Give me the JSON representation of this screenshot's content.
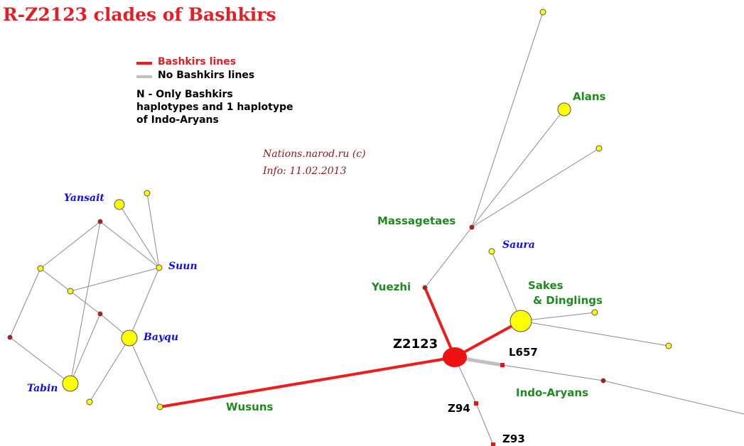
{
  "title": "R-Z2123 clades of Bashkirs",
  "legend": {
    "bashkirs_lines": "Bashkirs lines",
    "no_bashkirs_lines": "No Bashkirs lines",
    "note_line1": "N - Only Bashkirs",
    "note_line2": "haplotypes and 1 haplotype",
    "note_line3": "of Indo-Aryans"
  },
  "credit": {
    "source": "Nations.narod.ru (c)",
    "info": "Info: 11.02.2013"
  },
  "labels": {
    "yansait": "Yansait",
    "suun": "Suun",
    "bayqu": "Bayqu",
    "tabin": "Tabin",
    "wusuns": "Wusuns",
    "massagetaes": "Massagetaes",
    "alans": "Alans",
    "saura": "Saura",
    "sakes": "Sakes",
    "dinglings": "& Dinglings",
    "yuezhi": "Yuezhi",
    "z2123": "Z2123",
    "l657": "L657",
    "indo_aryans": "Indo-Aryans",
    "z94": "Z94",
    "z93": "Z93"
  },
  "colors": {
    "bashkirs_line": "#ee1c1c",
    "no_bashkirs_line": "#c0c0c0",
    "node_yellow": "#ffff00",
    "node_red": "#cc1111",
    "edge": "#8a8a8a",
    "label_blue": "#1010e0",
    "label_green": "#1f8a1f",
    "title_red": "#e31e24"
  }
}
